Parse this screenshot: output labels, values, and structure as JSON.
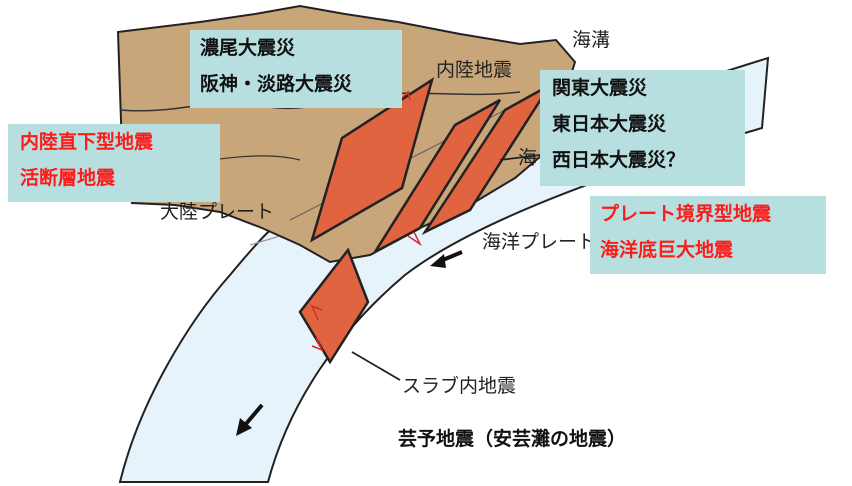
{
  "diagram_labels": {
    "trench": "海溝",
    "inland_quake": "内陸地震",
    "continental_plate": "大陸プレート",
    "oceanic_plate": "海洋プレート",
    "slab_quake": "スラブ内地震",
    "hidden_fragment": "海"
  },
  "box_nobi": {
    "line1": "濃尾大震災",
    "line2": "阪神・淡路大震災"
  },
  "box_kanto": {
    "line1": "関東大震災",
    "line2": "東日本大震災",
    "line3": "西日本大震災？"
  },
  "box_inland": {
    "line1": "内陸直下型地震",
    "line2": "活断層地震"
  },
  "box_plate": {
    "line1": "プレート境界型地震",
    "line2": "海洋底巨大地震"
  },
  "caption": "芸予地震（安芸灘の地震）",
  "colors": {
    "continent": "#c9a57a",
    "ocean_plate": "#e6f3fb",
    "fault": "#e0643f",
    "label_box": "#b8dfe0",
    "red_text": "#ff1a1a"
  }
}
